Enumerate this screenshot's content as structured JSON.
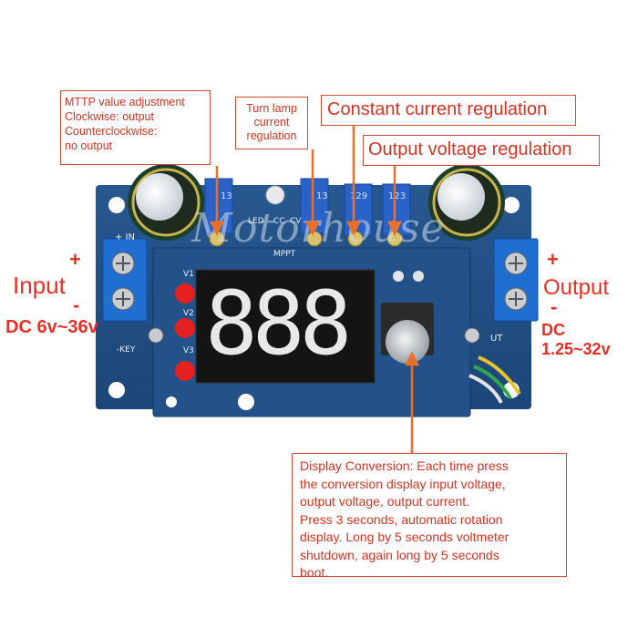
{
  "callouts": {
    "mttp": [
      "MTTP value adjustment",
      "Clockwise: output",
      "Counterclockwise:",
      "no output"
    ],
    "turn_lamp": [
      "Turn lamp",
      "current",
      "regulation"
    ],
    "constant_current": "Constant current regulation",
    "output_voltage": "Output voltage regulation",
    "display_conversion": [
      "Display Conversion: Each time press",
      "the conversion display input voltage,",
      "output voltage, output current.",
      "Press 3 seconds, automatic rotation",
      "display. Long by 5 seconds voltmeter",
      "shutdown, again long by 5 seconds",
      "boot."
    ]
  },
  "input": {
    "plus": "+",
    "label": "Input",
    "minus": "-",
    "range": "DC 6v~36v"
  },
  "output": {
    "plus": "+",
    "label": "Output",
    "minus": "-",
    "range": "DC 1.25~32v"
  },
  "board": {
    "display_digits": "888",
    "led_labels": [
      "V1",
      "V2",
      "V3"
    ],
    "pot_labels": [
      "LED",
      "CC",
      "CV"
    ],
    "silk_in": "+ IN",
    "silk_key": "-KEY",
    "silk_out": "UT",
    "silk_mppt": "MPPT",
    "pot_codes": [
      "13",
      "13",
      "129",
      "123"
    ]
  },
  "watermark": "Motorhouse",
  "colors": {
    "annotation_red": "#d43322",
    "pcb_blue": "#1f4f86",
    "led_red": "#e42020",
    "terminal_blue": "#1f6fd1"
  }
}
